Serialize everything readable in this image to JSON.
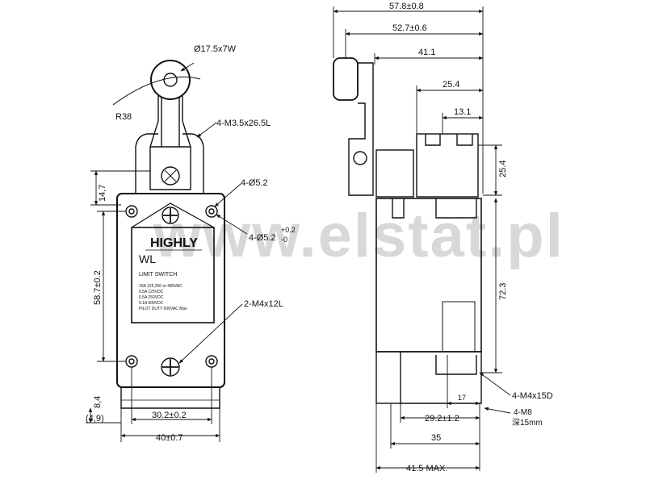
{
  "watermark": "www.elstat.pl",
  "front_view": {
    "roller": "Ø17.5x7W",
    "radius": "R38",
    "screw_top": "4-M3.5x26.5L",
    "dim_14_7": "14,7",
    "hole_1": "4-Ø5.2",
    "hole_2": "4-Ø5.2",
    "tol_plus": "+0.2",
    "tol_zero": "-0",
    "dim_height": "58.7±0.2",
    "screw_bottom": "2-M4x12L",
    "dim_8_4": "8,4",
    "dim_4_9": "(4,9)",
    "dim_30_2": "30.2±0.2",
    "dim_40": "40±0.7",
    "label": {
      "brand": "HIGHLY",
      "model": "WL",
      "type": "LIMIT SWITCH",
      "ratings": [
        "10A 125,250 or 480VAC",
        "0.5A 125VDC",
        "0.5A 250VDC",
        "0.1A 600VDC",
        "PILOT DUTY 600VAC Max"
      ]
    }
  },
  "side_view": {
    "dim_57_8": "57.8±0.8",
    "dim_52_7": "52.7±0.6",
    "dim_41_1": "41.1",
    "dim_25_4_top": "25.4",
    "dim_13_1": "13.1",
    "dim_25_4_right": "25.4",
    "dim_72_3": "72.3",
    "thread": "4-M4x15D",
    "dim_17": "17",
    "dim_29_2": "29.2±1.2",
    "m8": "4-M8",
    "depth": "深15mm",
    "dim_35": "35",
    "dim_41_5": "41.5 MAX."
  }
}
